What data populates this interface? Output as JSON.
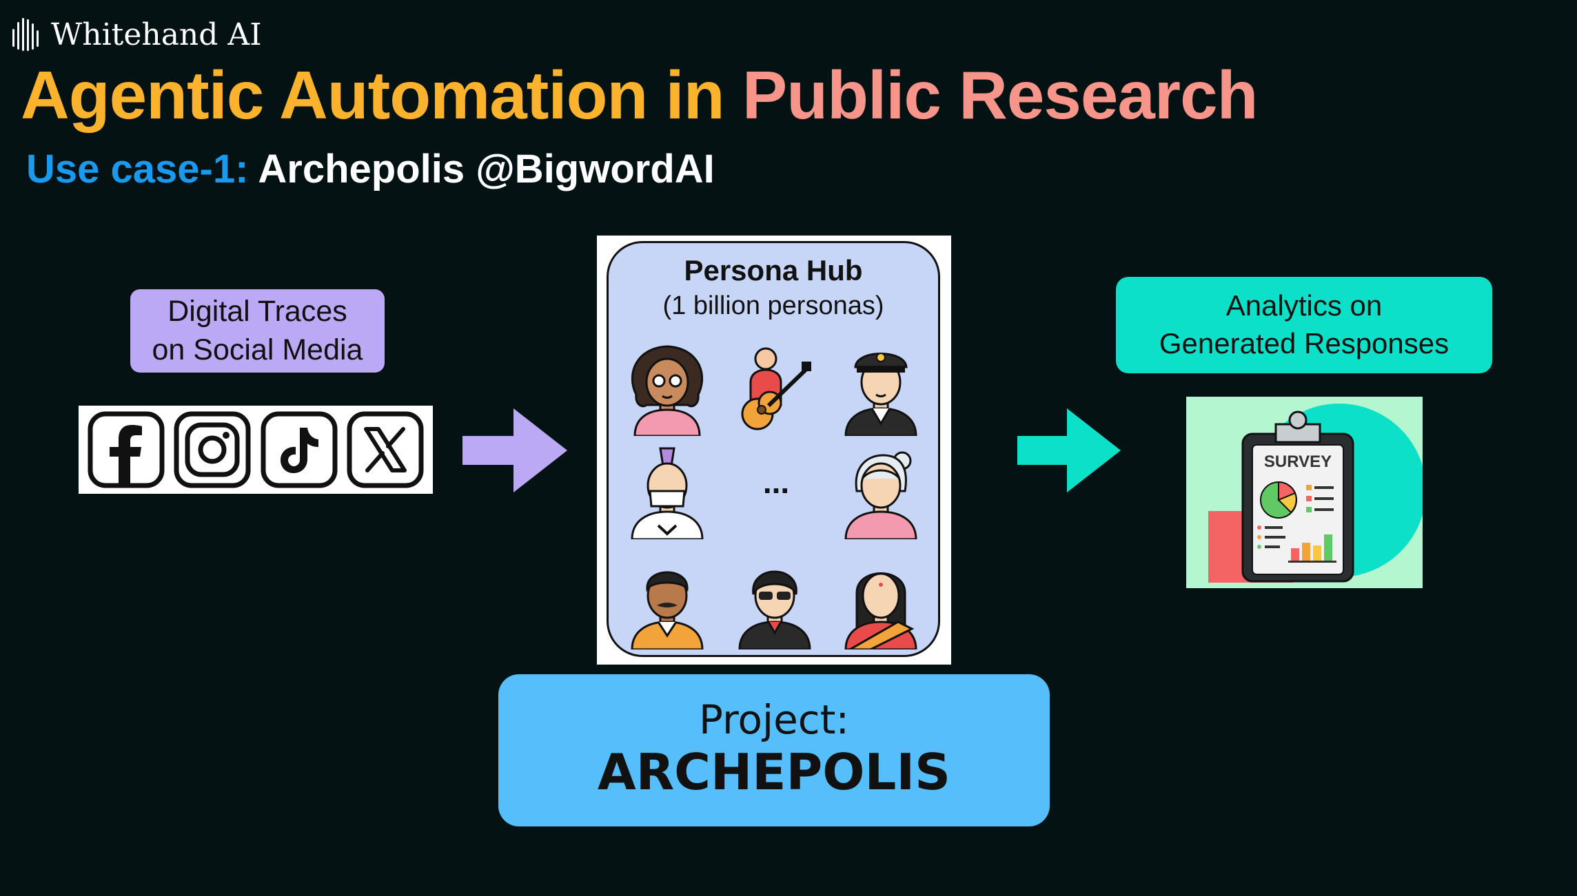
{
  "brand": {
    "name": "Whitehand AI",
    "icon": "hand-stripes-logo"
  },
  "title": {
    "part1": "Agentic Automation in ",
    "part2": "Public Research"
  },
  "subtitle": {
    "label": "Use case-1:",
    "text": " Archepolis @BigwordAI"
  },
  "traces": {
    "line1": "Digital Traces",
    "line2": "on Social Media"
  },
  "social_icons": [
    "facebook-icon",
    "instagram-icon",
    "tiktok-icon",
    "x-icon"
  ],
  "hub": {
    "title": "Persona Hub",
    "subtitle": "(1 billion personas)",
    "ellipsis": "...",
    "personas": [
      "woman-glasses-avatar",
      "guitarist-avatar",
      "police-officer-avatar",
      "punk-masked-avatar",
      "elderly-woman-avatar",
      "mustache-man-avatar",
      "sunglasses-man-avatar",
      "woman-saree-avatar"
    ]
  },
  "project": {
    "label": "Project:",
    "name": "ARCHEPOLIS"
  },
  "analytics": {
    "line1": "Analytics on",
    "line2": "Generated Responses"
  },
  "survey": {
    "label": "SURVEY"
  },
  "colors": {
    "background": "#041214",
    "title_orange": "#FBB22C",
    "title_pink": "#F7958A",
    "subtitle_blue": "#1A9AEF",
    "lavender": "#BBA9F6",
    "teal": "#0CE0C8",
    "project_blue": "#56BEFB",
    "hub_bg": "#C7D6F7"
  }
}
